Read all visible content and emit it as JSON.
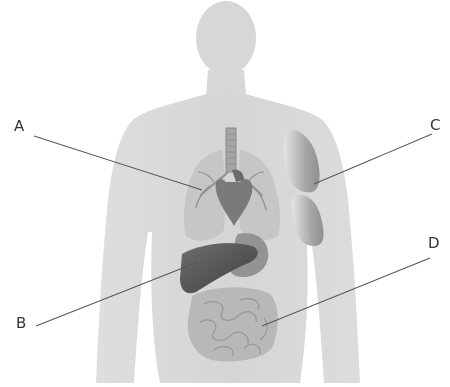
{
  "labels": {
    "a": "A",
    "b": "B",
    "c": "C",
    "d": "D"
  },
  "colors": {
    "body_silhouette": "#d9d9d9",
    "body_shadow": "#c8c8c8",
    "lungs": "#c4c4c4",
    "airways": "#8f8f8f",
    "heart": "#7d7d7d",
    "liver": "#5e5e5e",
    "stomach": "#8a8a8a",
    "intestines": "#b3b3b3",
    "arm_muscle": "#9e9e9e",
    "leader_line": "#555555",
    "label_text": "#333333"
  }
}
